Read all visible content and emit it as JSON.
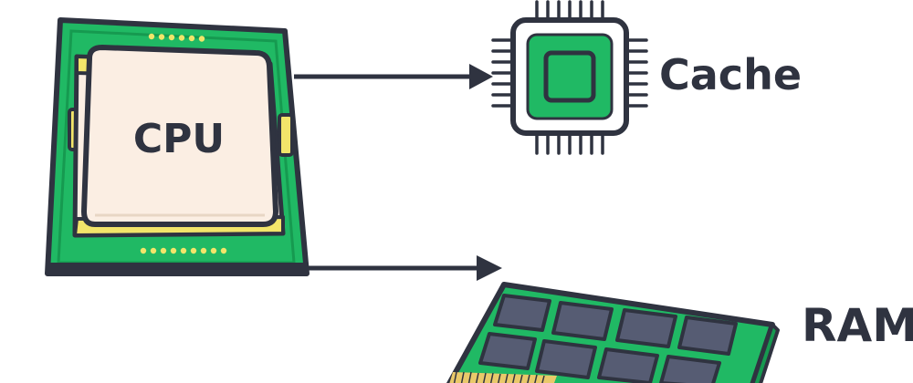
{
  "labels": {
    "cpu": "CPU",
    "cache": "Cache",
    "ram": "RAM"
  },
  "colors": {
    "outline": "#2f3340",
    "board_green": "#20b964",
    "board_green_dark": "#169a50",
    "chip_cream": "#fbeee3",
    "pad_yellow": "#f2e56a",
    "ram_chip": "#565c73",
    "ram_chip_light": "#6a7190",
    "gold_pins": "#e9c96a",
    "background": "#ffffff"
  }
}
